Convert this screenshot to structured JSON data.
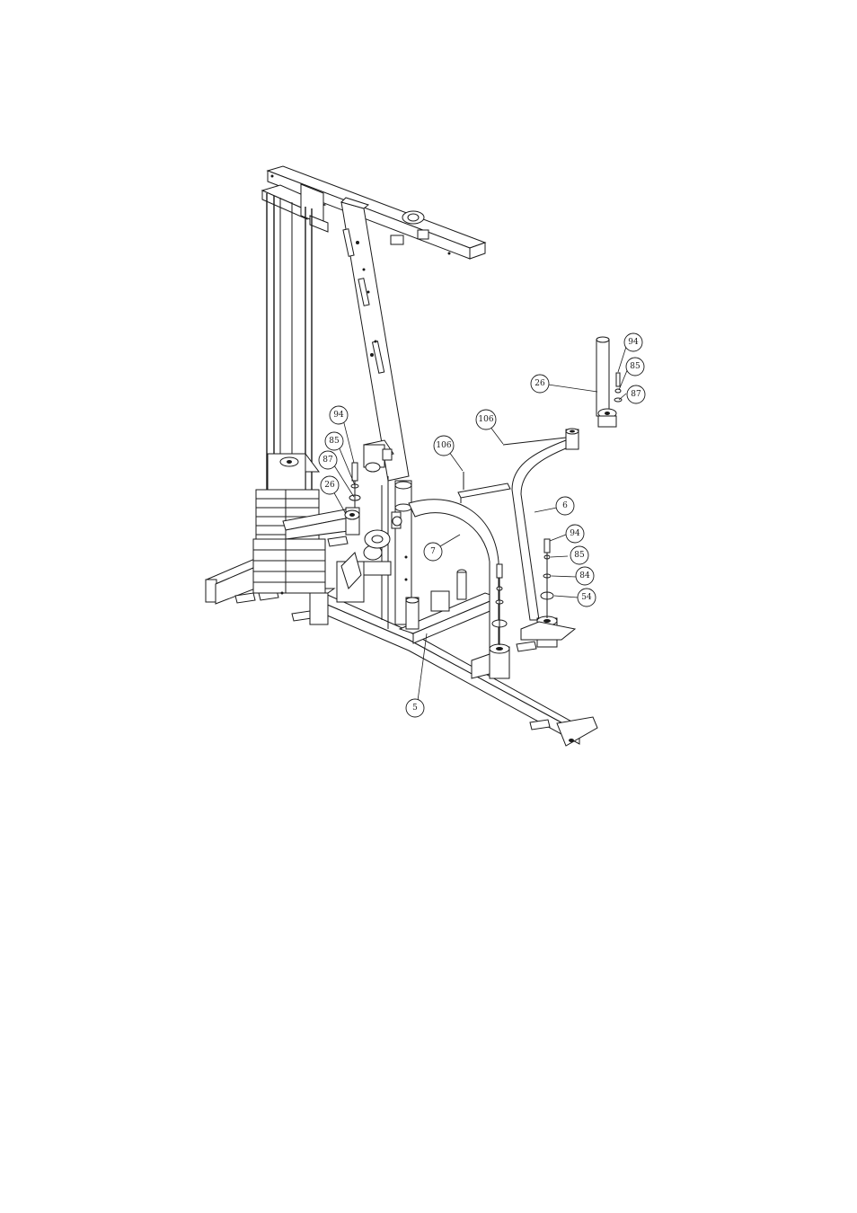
{
  "diagram": {
    "callouts": [
      {
        "id": "c94-right",
        "label": "94"
      },
      {
        "id": "c85-right",
        "label": "85"
      },
      {
        "id": "c26-right",
        "label": "26"
      },
      {
        "id": "c87-right",
        "label": "87"
      },
      {
        "id": "c106-right",
        "label": "106"
      },
      {
        "id": "c106-mid",
        "label": "106"
      },
      {
        "id": "c94-left",
        "label": "94"
      },
      {
        "id": "c85-left",
        "label": "85"
      },
      {
        "id": "c87-left",
        "label": "87"
      },
      {
        "id": "c26-left",
        "label": "26"
      },
      {
        "id": "c6",
        "label": "6"
      },
      {
        "id": "c7",
        "label": "7"
      },
      {
        "id": "c94-low",
        "label": "94"
      },
      {
        "id": "c85-low",
        "label": "85"
      },
      {
        "id": "c84",
        "label": "84"
      },
      {
        "id": "c54",
        "label": "54"
      },
      {
        "id": "c5",
        "label": "5"
      }
    ]
  }
}
